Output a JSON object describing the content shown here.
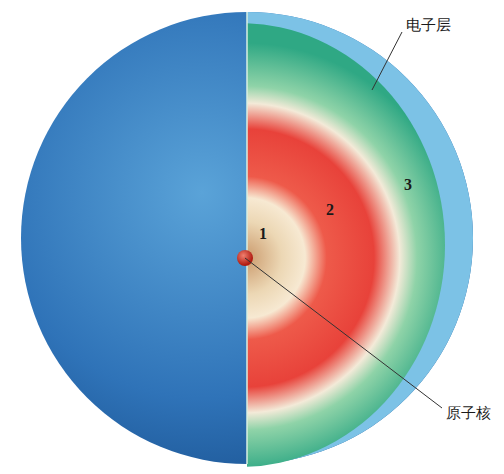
{
  "diagram": {
    "labels": [
      "电子层",
      "1",
      "2",
      "3",
      "原子核"
    ]
  }
}
